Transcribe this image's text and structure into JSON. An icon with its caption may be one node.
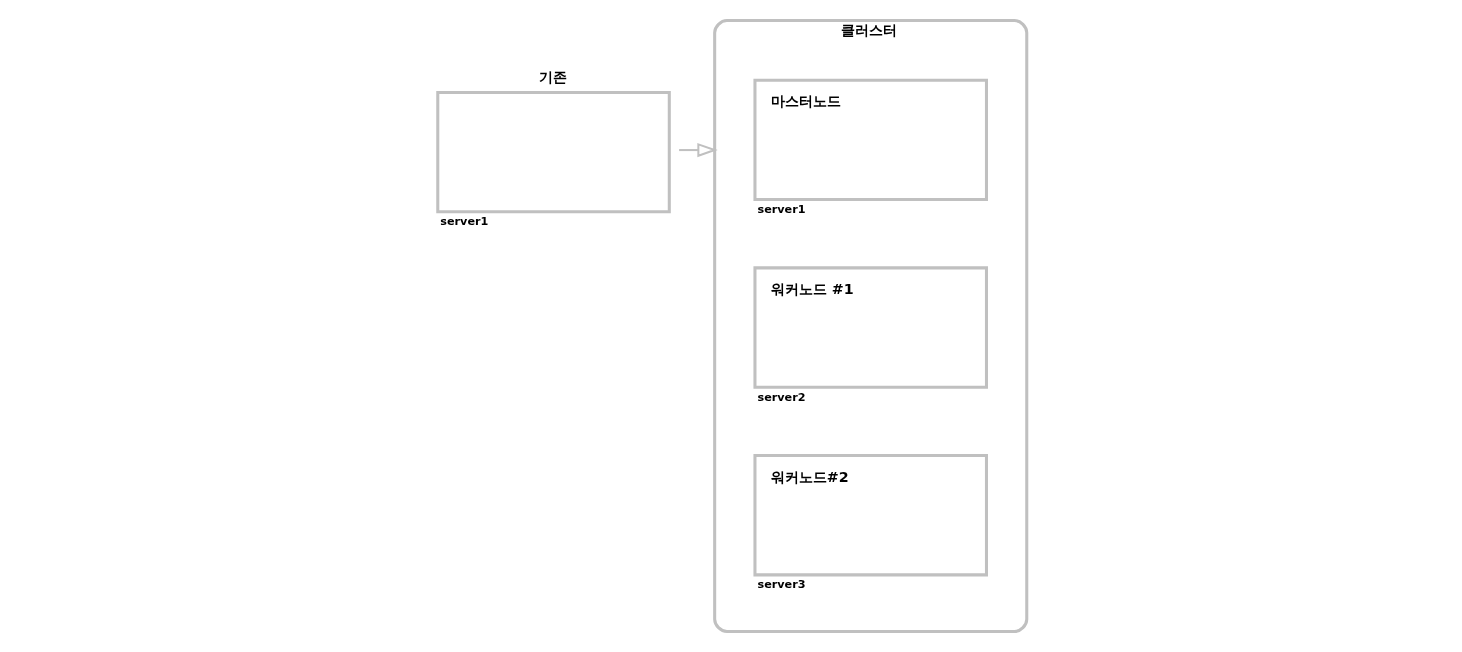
{
  "diagram": {
    "nodes": [
      {
        "text": [
          "클러스터"
        ]
      },
      {
        "text": [
          "기존"
        ],
        "beside": [
          "server1"
        ]
      },
      {
        "text": [
          "마스터노드"
        ],
        "in": 0,
        "beside": [
          "server1"
        ]
      },
      {
        "text": [
          "워커노드 #1"
        ],
        "in": 0,
        "beside": [
          "server2"
        ]
      },
      {
        "text": [
          "워커노드#2"
        ],
        "in": 0,
        "beside": [
          "server3"
        ]
      }
    ],
    "edges": [
      {
        "from": 1,
        "to": 0,
        "arrow": "to"
      }
    ]
  }
}
